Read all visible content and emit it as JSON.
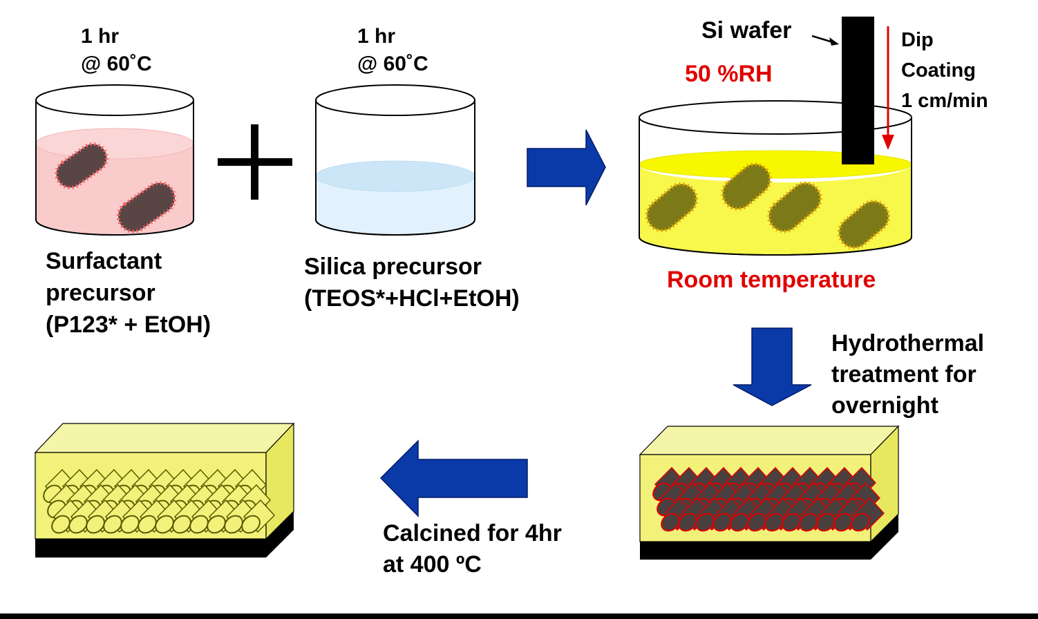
{
  "step1": {
    "time": "1 hr",
    "temp": "@ 60˚C",
    "label": [
      "Surfactant",
      "precursor",
      "(P123* + EtOH)"
    ]
  },
  "step2": {
    "time": "1 hr",
    "temp": "@ 60˚C",
    "label": [
      "Silica precursor",
      "(TEOS*+HCl+EtOH)"
    ]
  },
  "step3": {
    "wafer": "Si wafer",
    "humidity": "50 %RH",
    "dip": [
      "Dip",
      "Coating",
      "1 cm/min"
    ],
    "temperature": "Room temperature"
  },
  "step4": {
    "label": [
      "Hydrothermal",
      "treatment for",
      "overnight"
    ]
  },
  "step5": {
    "label": [
      "Calcined for 4hr",
      "at 400 ºC"
    ]
  },
  "colors": {
    "arrow_blue": "#0a3aa8",
    "pink_liquid": "#f9c8c8",
    "blue_liquid": "#cfe8f8",
    "yellow_liquid": "#f4f400",
    "red_text": "#e00000",
    "film_yellow": "#f2f27a"
  },
  "icons": [
    "plus-icon",
    "arrow-right-icon",
    "arrow-down-icon",
    "arrow-left-icon"
  ]
}
